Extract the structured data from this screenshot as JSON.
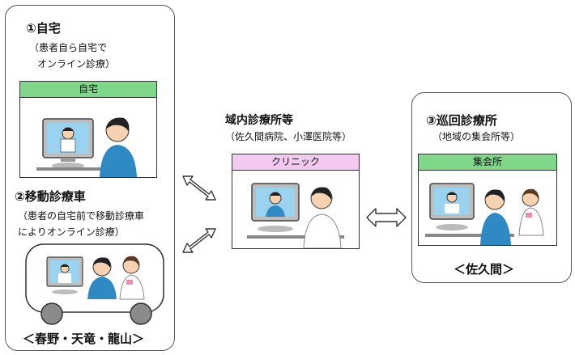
{
  "left": {
    "home_title": "①自宅",
    "home_sub_1": "（患者自ら自宅で",
    "home_sub_2": "オンライン診療）",
    "home_frame_label": "自宅",
    "mobile_title": "②移動診療車",
    "mobile_sub_1": "（患者の自宅前で移動診療車",
    "mobile_sub_2": "によりオンライン診療）",
    "footer": "＜春野・天竜・龍山＞"
  },
  "center": {
    "title": "域内診療所等",
    "sub": "（佐久間病院、小澤医院等）",
    "frame_label": "クリニック"
  },
  "right": {
    "title": "③巡回診療所",
    "sub": "（地域の集会所等）",
    "frame_label": "集会所",
    "footer": "＜佐久間＞"
  },
  "colors": {
    "header_green": "#7fd88a",
    "header_pink": "#f3c8f1",
    "border": "#555555",
    "van_wheel": "#8a8a8a"
  },
  "icons": [
    "double-arrow-icon",
    "doctor-illustration",
    "patient-illustration",
    "nurse-illustration",
    "monitor-illustration",
    "van-illustration"
  ]
}
